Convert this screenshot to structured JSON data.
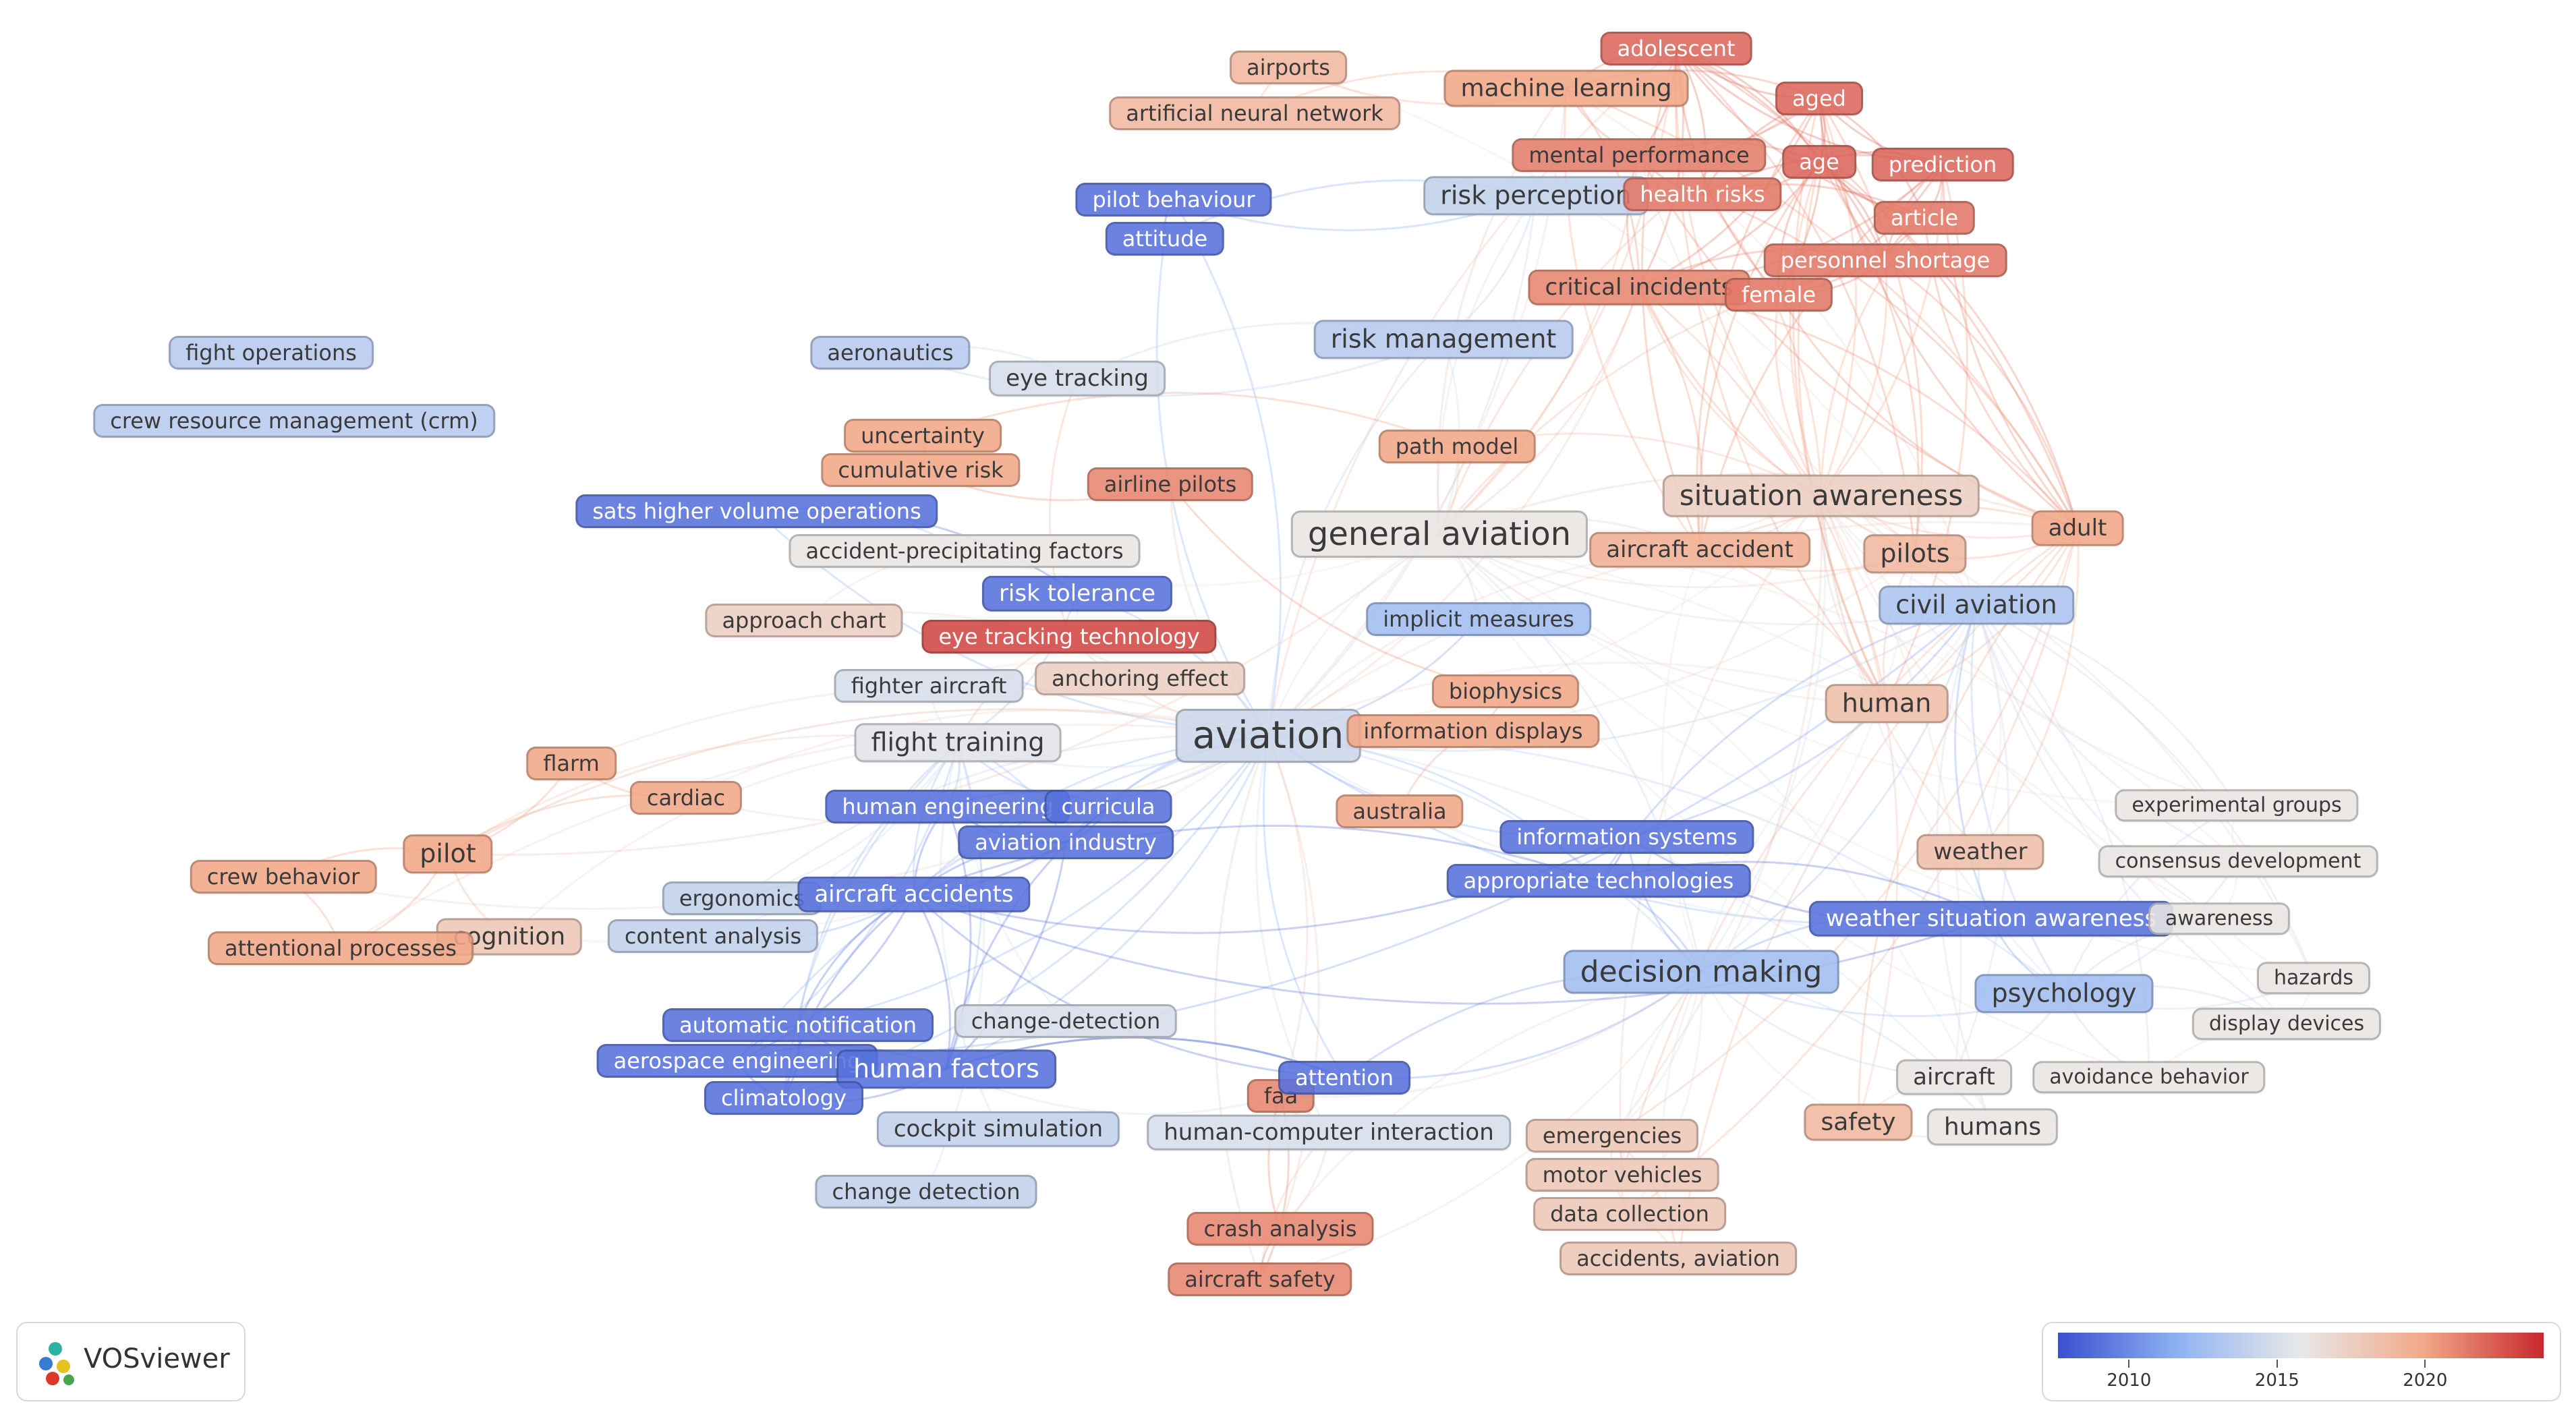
{
  "app": {
    "name": "VOSviewer"
  },
  "legend": {
    "labels": [
      "2010",
      "2015",
      "2020"
    ],
    "year_min": 2007.6,
    "year_max": 2024.0,
    "colors": [
      "#3a4fd1",
      "#8fb3f2",
      "#e8e8e8",
      "#f2a98a",
      "#c8282e"
    ]
  },
  "nodes": [
    {
      "label": "adolescent",
      "weight": 32,
      "year": 2022.0
    },
    {
      "label": "airports",
      "weight": 32,
      "year": 2019.0
    },
    {
      "label": "machine learning",
      "weight": 36,
      "year": 2020.0
    },
    {
      "label": "aged",
      "weight": 32,
      "year": 2022.0
    },
    {
      "label": "artificial neural network",
      "weight": 32,
      "year": 2019.0
    },
    {
      "label": "mental performance",
      "weight": 32,
      "year": 2021.3
    },
    {
      "label": "age",
      "weight": 32,
      "year": 2022.0
    },
    {
      "label": "prediction",
      "weight": 32,
      "year": 2022.0
    },
    {
      "label": "pilot behaviour",
      "weight": 32,
      "year": 2009.0
    },
    {
      "label": "risk perception",
      "weight": 38,
      "year": 2014.0
    },
    {
      "label": "health risks",
      "weight": 32,
      "year": 2021.5
    },
    {
      "label": "article",
      "weight": 32,
      "year": 2021.5
    },
    {
      "label": "attitude",
      "weight": 32,
      "year": 2009.0
    },
    {
      "label": "personnel shortage",
      "weight": 32,
      "year": 2021.5
    },
    {
      "label": "critical incidents",
      "weight": 34,
      "year": 2021.0
    },
    {
      "label": "female",
      "weight": 32,
      "year": 2021.5
    },
    {
      "label": "fight operations",
      "weight": 32,
      "year": 2013.5
    },
    {
      "label": "aeronautics",
      "weight": 32,
      "year": 2013.5
    },
    {
      "label": "eye tracking",
      "weight": 34,
      "year": 2015.0
    },
    {
      "label": "risk management",
      "weight": 38,
      "year": 2013.5
    },
    {
      "label": "crew resource management (crm)",
      "weight": 32,
      "year": 2013.5
    },
    {
      "label": "uncertainty",
      "weight": 32,
      "year": 2020.0
    },
    {
      "label": "path model",
      "weight": 32,
      "year": 2020.0
    },
    {
      "label": "cumulative risk",
      "weight": 32,
      "year": 2020.0
    },
    {
      "label": "airline pilots",
      "weight": 32,
      "year": 2021.0
    },
    {
      "label": "situation awareness",
      "weight": 42,
      "year": 2017.5
    },
    {
      "label": "sats higher volume operations",
      "weight": 32,
      "year": 2009.0
    },
    {
      "label": "general aviation",
      "weight": 48,
      "year": 2016.0
    },
    {
      "label": "adult",
      "weight": 34,
      "year": 2020.0
    },
    {
      "label": "accident-precipitating factors",
      "weight": 32,
      "year": 2016.0
    },
    {
      "label": "aircraft accident",
      "weight": 34,
      "year": 2019.5
    },
    {
      "label": "pilots",
      "weight": 38,
      "year": 2019.0
    },
    {
      "label": "risk tolerance",
      "weight": 34,
      "year": 2009.0
    },
    {
      "label": "civil aviation",
      "weight": 38,
      "year": 2013.0
    },
    {
      "label": "approach chart",
      "weight": 32,
      "year": 2017.5
    },
    {
      "label": "eye tracking technology",
      "weight": 32,
      "year": 2023.0
    },
    {
      "label": "implicit measures",
      "weight": 32,
      "year": 2012.5
    },
    {
      "label": "fighter aircraft",
      "weight": 32,
      "year": 2015.0
    },
    {
      "label": "anchoring effect",
      "weight": 32,
      "year": 2017.5
    },
    {
      "label": "biophysics",
      "weight": 32,
      "year": 2020.0
    },
    {
      "label": "human",
      "weight": 38,
      "year": 2018.5
    },
    {
      "label": "aviation",
      "weight": 56,
      "year": 2014.5
    },
    {
      "label": "information displays",
      "weight": 32,
      "year": 2020.0
    },
    {
      "label": "flight training",
      "weight": 38,
      "year": 2015.5
    },
    {
      "label": "flarm",
      "weight": 32,
      "year": 2020.0
    },
    {
      "label": "cardiac",
      "weight": 32,
      "year": 2020.0
    },
    {
      "label": "australia",
      "weight": 32,
      "year": 2020.0
    },
    {
      "label": "experimental groups",
      "weight": 30,
      "year": 2016.0
    },
    {
      "label": "human engineering",
      "weight": 32,
      "year": 2009.0
    },
    {
      "label": "curricula",
      "weight": 32,
      "year": 2009.0
    },
    {
      "label": "information systems",
      "weight": 32,
      "year": 2009.0
    },
    {
      "label": "weather",
      "weight": 34,
      "year": 2018.5
    },
    {
      "label": "pilot",
      "weight": 38,
      "year": 2020.0
    },
    {
      "label": "aviation industry",
      "weight": 32,
      "year": 2009.0
    },
    {
      "label": "consensus development",
      "weight": 30,
      "year": 2016.0
    },
    {
      "label": "crew behavior",
      "weight": 32,
      "year": 2020.0
    },
    {
      "label": "appropriate technologies",
      "weight": 32,
      "year": 2009.0
    },
    {
      "label": "ergonomics",
      "weight": 32,
      "year": 2014.0
    },
    {
      "label": "aircraft accidents",
      "weight": 34,
      "year": 2009.0
    },
    {
      "label": "weather situation awareness",
      "weight": 34,
      "year": 2009.0
    },
    {
      "label": "awareness",
      "weight": 30,
      "year": 2016.0
    },
    {
      "label": "cognition",
      "weight": 36,
      "year": 2018.0
    },
    {
      "label": "content analysis",
      "weight": 32,
      "year": 2014.0
    },
    {
      "label": "attentional processes",
      "weight": 32,
      "year": 2020.0
    },
    {
      "label": "decision making",
      "weight": 44,
      "year": 2012.5
    },
    {
      "label": "hazards",
      "weight": 30,
      "year": 2016.0
    },
    {
      "label": "psychology",
      "weight": 38,
      "year": 2012.5
    },
    {
      "label": "automatic notification",
      "weight": 32,
      "year": 2009.0
    },
    {
      "label": "change-detection",
      "weight": 32,
      "year": 2015.0
    },
    {
      "label": "display devices",
      "weight": 30,
      "year": 2016.0
    },
    {
      "label": "aerospace engineering",
      "weight": 32,
      "year": 2009.0
    },
    {
      "label": "human factors",
      "weight": 38,
      "year": 2009.0
    },
    {
      "label": "climatology",
      "weight": 32,
      "year": 2009.0
    },
    {
      "label": "faa",
      "weight": 32,
      "year": 2021.0
    },
    {
      "label": "attention",
      "weight": 32,
      "year": 2009.0
    },
    {
      "label": "aircraft",
      "weight": 34,
      "year": 2016.0
    },
    {
      "label": "avoidance behavior",
      "weight": 30,
      "year": 2016.0
    },
    {
      "label": "cockpit simulation",
      "weight": 34,
      "year": 2014.0
    },
    {
      "label": "human-computer interaction",
      "weight": 34,
      "year": 2015.0
    },
    {
      "label": "emergencies",
      "weight": 32,
      "year": 2018.0
    },
    {
      "label": "safety",
      "weight": 36,
      "year": 2019.0
    },
    {
      "label": "humans",
      "weight": 36,
      "year": 2016.0
    },
    {
      "label": "motor vehicles",
      "weight": 32,
      "year": 2018.0
    },
    {
      "label": "change detection",
      "weight": 32,
      "year": 2014.0
    },
    {
      "label": "data collection",
      "weight": 32,
      "year": 2018.0
    },
    {
      "label": "crash analysis",
      "weight": 32,
      "year": 2021.0
    },
    {
      "label": "accidents, aviation",
      "weight": 32,
      "year": 2018.0
    },
    {
      "label": "aircraft safety",
      "weight": 32,
      "year": 2021.0
    }
  ]
}
